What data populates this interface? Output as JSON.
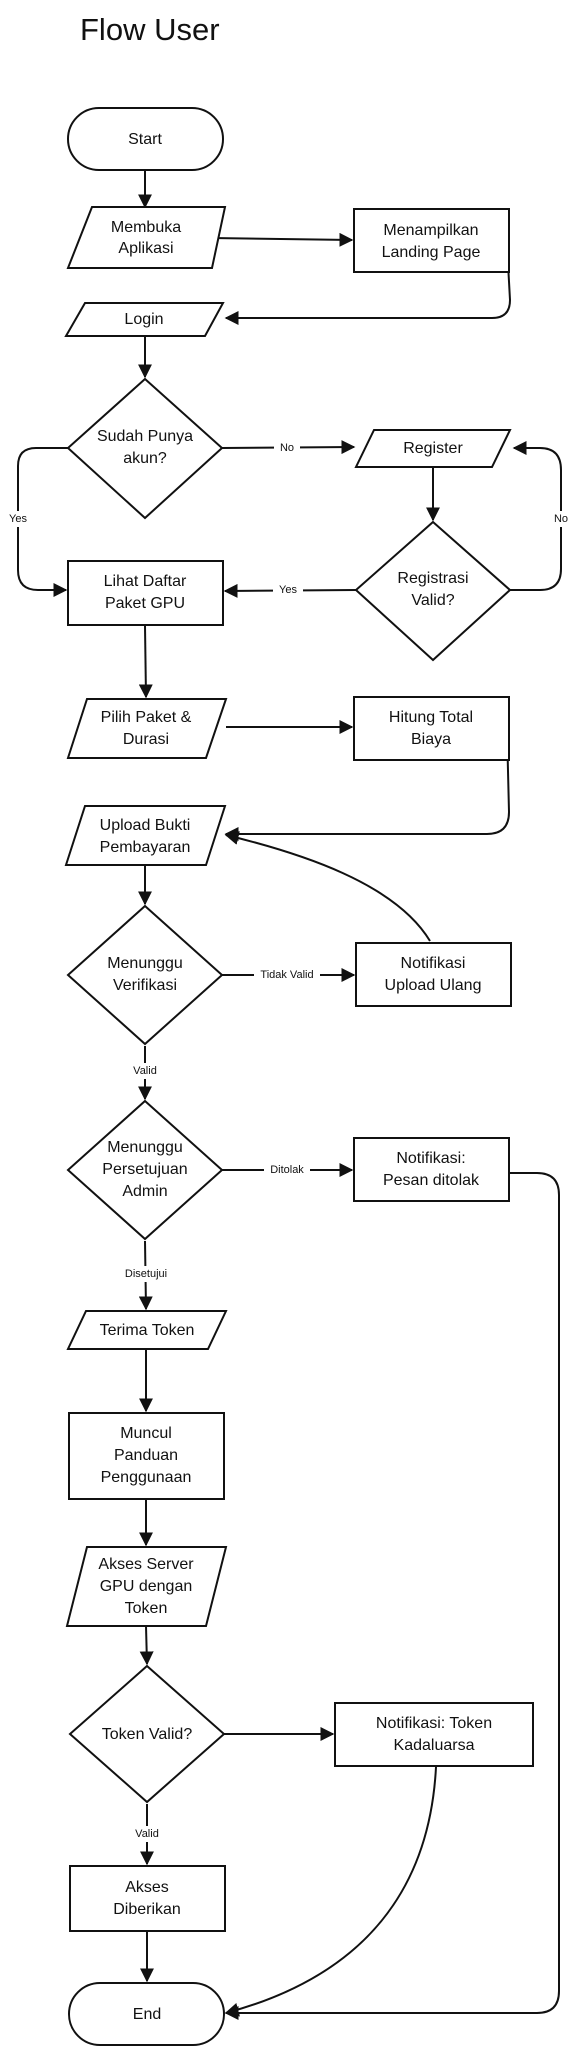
{
  "title": "Flow User",
  "nodes": {
    "start": "Start",
    "membuka": [
      "Membuka",
      "Aplikasi"
    ],
    "landing": [
      "Menampilkan",
      "Landing Page"
    ],
    "login": "Login",
    "sudah": [
      "Sudah Punya",
      "akun?"
    ],
    "register": "Register",
    "registrasi": [
      "Registrasi",
      "Valid?"
    ],
    "lihat": [
      "Lihat Daftar",
      "Paket GPU"
    ],
    "pilih": [
      "Pilih Paket &",
      "Durasi"
    ],
    "hitung": [
      "Hitung Total",
      "Biaya"
    ],
    "upload": [
      "Upload Bukti",
      "Pembayaran"
    ],
    "verif": [
      "Menunggu",
      "Verifikasi"
    ],
    "notif_upload": [
      "Notifikasi",
      "Upload Ulang"
    ],
    "persetujuan": [
      "Menunggu",
      "Persetujuan",
      "Admin"
    ],
    "notif_tolak": [
      "Notifikasi:",
      "Pesan ditolak"
    ],
    "terima": "Terima Token",
    "panduan": [
      "Muncul",
      "Panduan",
      "Penggunaan"
    ],
    "akses_server": [
      "Akses Server",
      "GPU dengan",
      "Token"
    ],
    "token_valid": "Token Valid?",
    "notif_kadaluarsa": [
      "Notifikasi: Token",
      "Kadaluarsa"
    ],
    "akses_diberikan": [
      "Akses",
      "Diberikan"
    ],
    "end": "End"
  },
  "edge_labels": {
    "no_1": "No",
    "yes_1": "Yes",
    "no_2": "No",
    "yes_2": "Yes",
    "tidak_valid": "Tidak Valid",
    "valid_1": "Valid",
    "ditolak": "Ditolak",
    "disetujui": "Disetujui",
    "valid_2": "Valid"
  }
}
